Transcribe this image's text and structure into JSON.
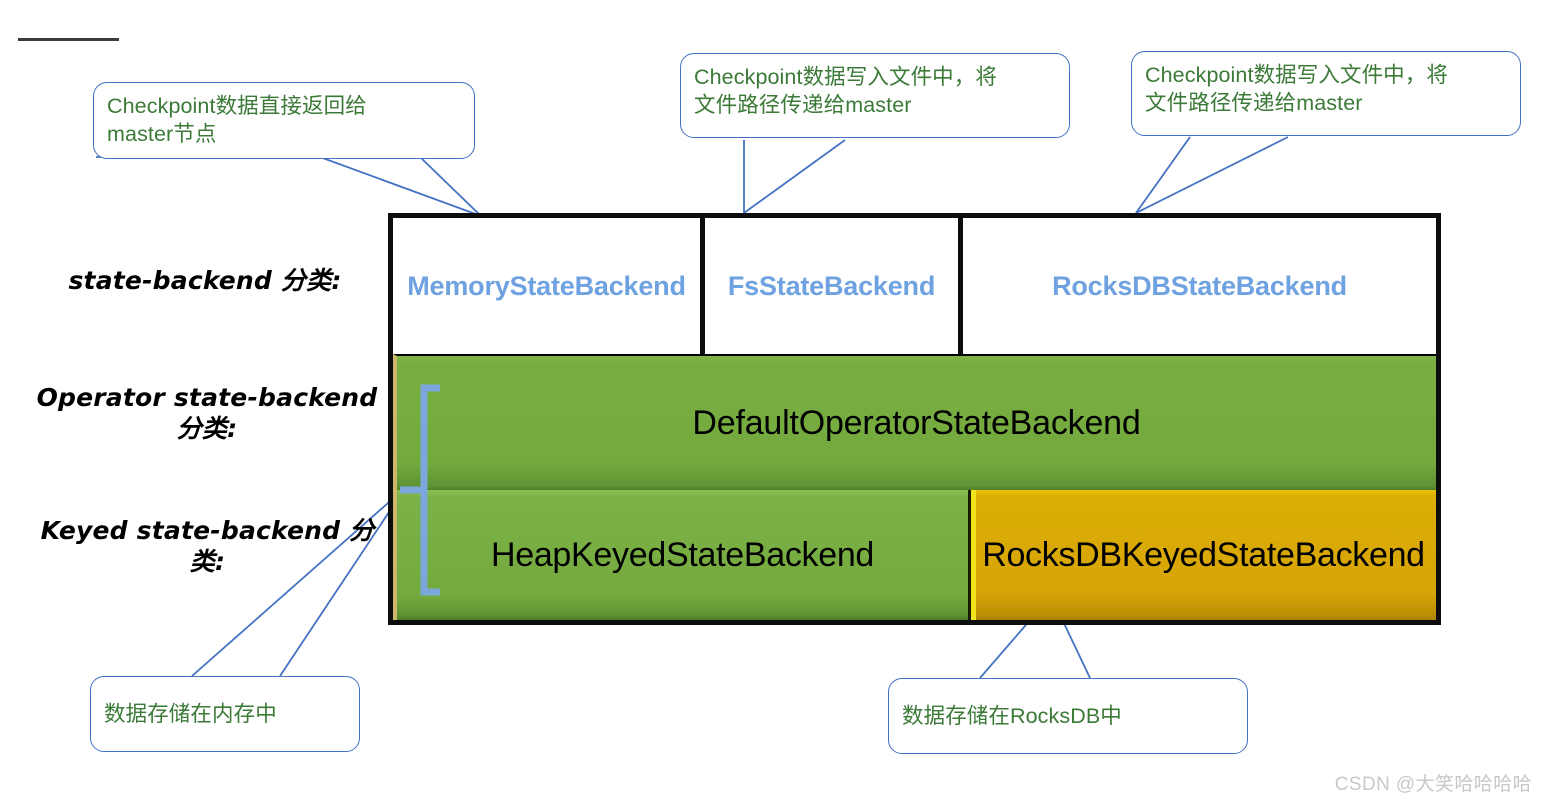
{
  "diagram": {
    "title_rule": "",
    "row_labels": [
      {
        "id": "state-backend",
        "text": "state-backend 分类:"
      },
      {
        "id": "operator-state-backend",
        "text": "Operator state-backend\n分类:"
      },
      {
        "id": "keyed-state-backend",
        "text": "Keyed state-backend\n分类:"
      }
    ],
    "header_cells": [
      {
        "id": "memory-state-backend",
        "label": "MemoryStateBackend"
      },
      {
        "id": "fs-state-backend",
        "label": "FsStateBackend"
      },
      {
        "id": "rocksdb-state-backend",
        "label": "RocksDBStateBackend"
      }
    ],
    "operator_row": {
      "label": "DefaultOperatorStateBackend"
    },
    "keyed_row": {
      "heap_label": "HeapKeyedStateBackend",
      "rocks_label": "RocksDBKeyedStateBackend"
    }
  },
  "callouts": [
    {
      "id": "memory-checkpoint-note",
      "text": "Checkpoint数据直接返回给\nmaster节点"
    },
    {
      "id": "fs-checkpoint-note",
      "text": "Checkpoint数据写入文件中，将\n文件路径传递给master"
    },
    {
      "id": "rocksdb-checkpoint-note",
      "text": "Checkpoint数据写入文件中，将\n文件路径传递给master"
    },
    {
      "id": "heap-storage-note",
      "text": "数据存储在内存中"
    },
    {
      "id": "rocksdb-storage-note",
      "text": "数据存储在RocksDB中"
    }
  ],
  "watermark": {
    "text": "CSDN @大笑哈哈哈哈"
  },
  "colors": {
    "callout_border": "#4472c4",
    "callout_text": "#3c7a38",
    "header_text": "#6fa2e0",
    "frame_border": "#0d0d0d",
    "green_block": "#74a93e",
    "orange_block": "#d6a406",
    "yellow_edge": "#f2e41a",
    "bracket": "#7ba7dd",
    "watermark_text": "#c8c8c8"
  }
}
